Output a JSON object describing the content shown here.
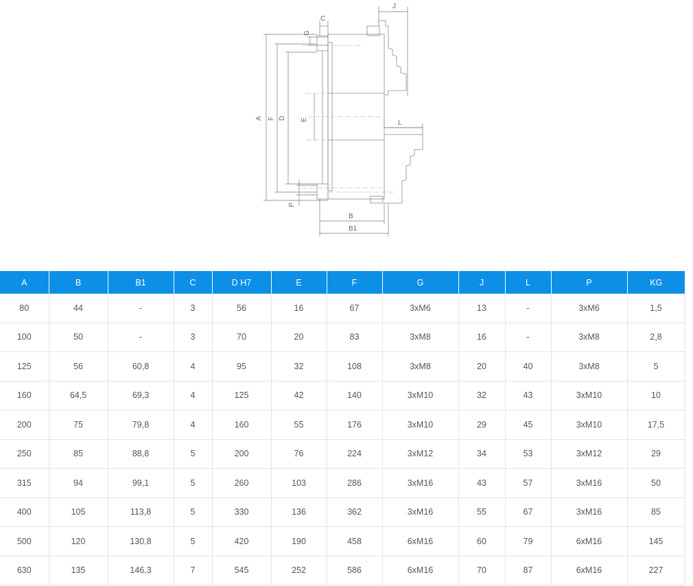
{
  "drawing": {
    "labels": {
      "A": "A",
      "F": "F",
      "D": "D",
      "E": "E",
      "P": "P",
      "C": "C",
      "G": "G",
      "J": "J",
      "L": "L",
      "B": "B",
      "B1": "B1"
    }
  },
  "table": {
    "headers": [
      "A",
      "B",
      "B1",
      "C",
      "D H7",
      "E",
      "F",
      "G",
      "J",
      "L",
      "P",
      "KG"
    ],
    "rows": [
      [
        "80",
        "44",
        "-",
        "3",
        "56",
        "16",
        "67",
        "3xM6",
        "13",
        "-",
        "3xM6",
        "1,5"
      ],
      [
        "100",
        "50",
        "-",
        "3",
        "70",
        "20",
        "83",
        "3xM8",
        "16",
        "-",
        "3xM8",
        "2,8"
      ],
      [
        "125",
        "56",
        "60,8",
        "4",
        "95",
        "32",
        "108",
        "3xM8",
        "20",
        "40",
        "3xM8",
        "5"
      ],
      [
        "160",
        "64,5",
        "69,3",
        "4",
        "125",
        "42",
        "140",
        "3xM10",
        "32",
        "43",
        "3xM10",
        "10"
      ],
      [
        "200",
        "75",
        "79,8",
        "4",
        "160",
        "55",
        "176",
        "3xM10",
        "29",
        "45",
        "3xM10",
        "17,5"
      ],
      [
        "250",
        "85",
        "88,8",
        "5",
        "200",
        "76",
        "224",
        "3xM12",
        "34",
        "53",
        "3xM12",
        "29"
      ],
      [
        "315",
        "94",
        "99,1",
        "5",
        "260",
        "103",
        "286",
        "3xM16",
        "43",
        "57",
        "3xM16",
        "50"
      ],
      [
        "400",
        "105",
        "113,8",
        "5",
        "330",
        "136",
        "362",
        "3xM16",
        "55",
        "67",
        "3xM16",
        "85"
      ],
      [
        "500",
        "120",
        "130,8",
        "5",
        "420",
        "190",
        "458",
        "6xM16",
        "60",
        "79",
        "6xM16",
        "145"
      ],
      [
        "630",
        "135",
        "146,3",
        "7",
        "545",
        "252",
        "586",
        "6xM16",
        "70",
        "87",
        "6xM16",
        "227"
      ]
    ]
  }
}
